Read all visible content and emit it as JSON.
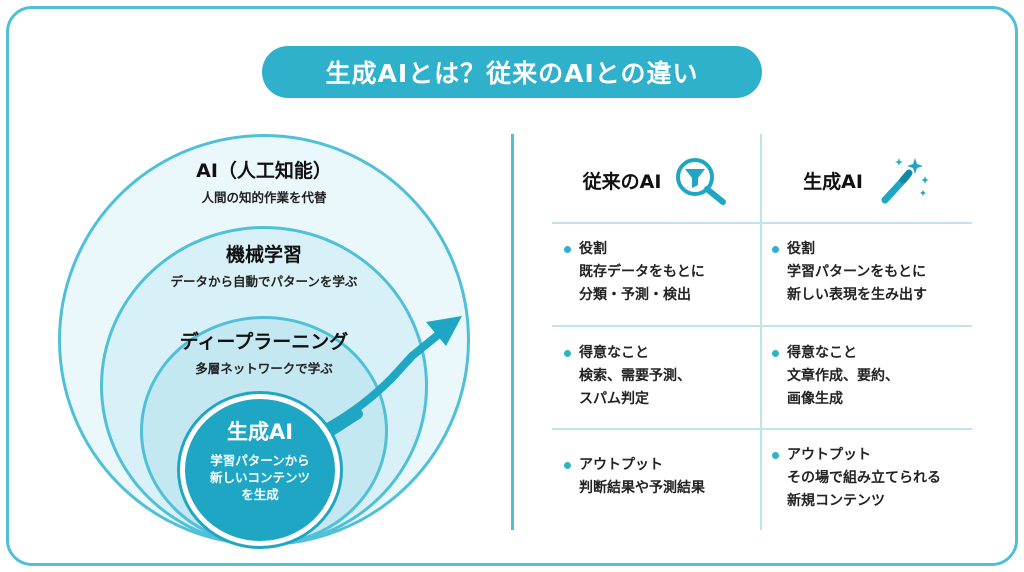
{
  "title": "生成AIとは？従来のAIとの違い",
  "circles": {
    "ai": {
      "title": "AI（人工知能）",
      "subtitle": "人間の知的作業を代替"
    },
    "ml": {
      "title": "機械学習",
      "subtitle": "データから自動でパターンを学ぶ"
    },
    "dl": {
      "title": "ディープラーニング",
      "subtitle": "多層ネットワークで学ぶ"
    },
    "gen": {
      "title": "生成AI",
      "line1": "学習パターンから",
      "line2": "新しいコンテンツ",
      "line3": "を生成"
    }
  },
  "colors": {
    "accent": "#2fb0cb",
    "border": "#4fc0d8"
  },
  "table": {
    "traditional": {
      "header": "従来のAI",
      "icon": "magnifier-filter-icon",
      "rows": [
        {
          "label": "役割",
          "line1": "既存データをもとに",
          "line2": "分類・予測・検出"
        },
        {
          "label": "得意なこと",
          "line1": "検索、需要予測、",
          "line2": "スパム判定"
        },
        {
          "label": "アウトプット",
          "line1": "判断結果や予測結果",
          "line2": ""
        }
      ]
    },
    "generative": {
      "header": "生成AI",
      "icon": "magic-wand-icon",
      "rows": [
        {
          "label": "役割",
          "line1": "学習パターンをもとに",
          "line2": "新しい表現を生み出す"
        },
        {
          "label": "得意なこと",
          "line1": "文章作成、要約、",
          "line2": "画像生成"
        },
        {
          "label": "アウトプット",
          "line1": "その場で組み立てられる",
          "line2": "新規コンテンツ"
        }
      ]
    }
  }
}
